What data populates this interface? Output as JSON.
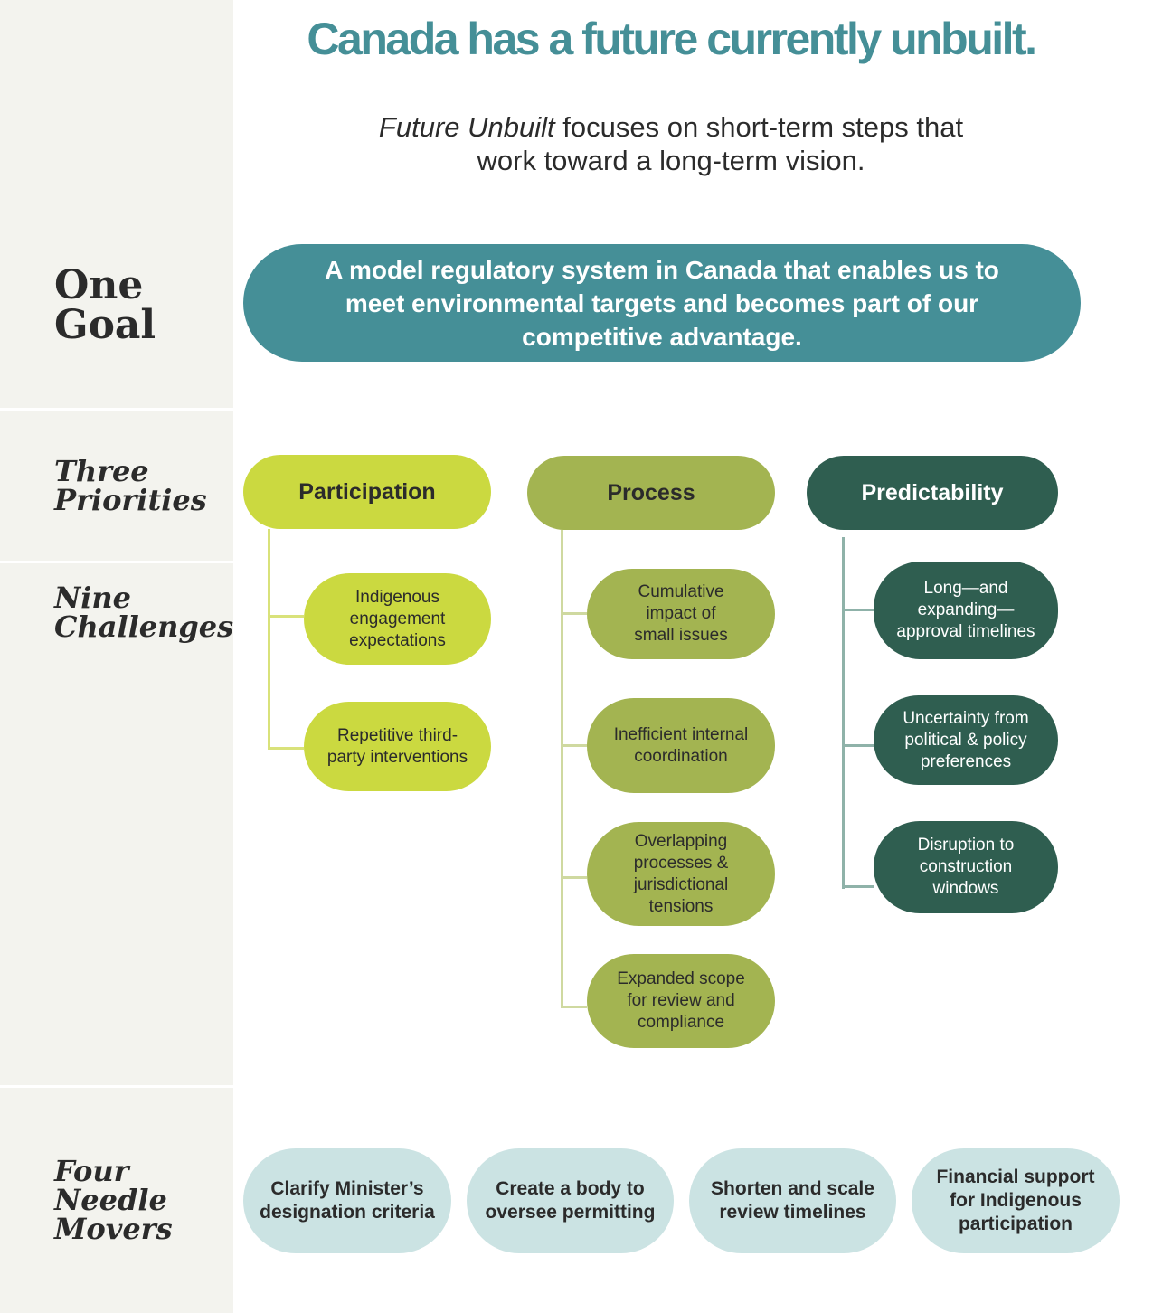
{
  "title": "Canada has a future currently unbuilt.",
  "subtitle": {
    "emphasis": "Future Unbuilt",
    "line1_rest": " focuses on short-term steps that",
    "line2": "work toward a long-term vision."
  },
  "row_labels": {
    "goal": [
      "One",
      "Goal"
    ],
    "priorities": [
      "Three",
      "Priorities"
    ],
    "challenges": [
      "Nine",
      "Challenges"
    ],
    "movers": [
      "Four",
      "Needle",
      "Movers"
    ]
  },
  "goal": [
    "A model regulatory system in Canada that enables us to",
    "meet environmental targets and becomes part of our",
    "competitive advantage."
  ],
  "priorities": [
    {
      "name": "Participation",
      "color": "#cbd940",
      "challenges": [
        [
          "Indigenous",
          "engagement",
          "expectations"
        ],
        [
          "Repetitive third-",
          "party interventions"
        ]
      ]
    },
    {
      "name": "Process",
      "color": "#a3b451",
      "challenges": [
        [
          "Cumulative",
          "impact of",
          "small issues"
        ],
        [
          "Inefficient internal",
          "coordination"
        ],
        [
          "Overlapping",
          "processes &",
          "jurisdictional",
          "tensions"
        ],
        [
          "Expanded scope",
          "for review and",
          "compliance"
        ]
      ]
    },
    {
      "name": "Predictability",
      "color": "#2f5e50",
      "challenges": [
        [
          "Long—and",
          "expanding—",
          "approval timelines"
        ],
        [
          "Uncertainty from",
          "political & policy",
          "preferences"
        ],
        [
          "Disruption to",
          "construction",
          "windows"
        ]
      ]
    }
  ],
  "needle_movers": [
    [
      "Clarify Minister’s",
      "designation criteria"
    ],
    [
      "Create a body to",
      "oversee permitting"
    ],
    [
      "Shorten and scale",
      "review timelines"
    ],
    [
      "Financial support",
      "for Indigenous",
      "participation"
    ]
  ],
  "colors": {
    "title": "#458f97",
    "goal_fill": "#458f97",
    "mover_fill": "#cbe3e3",
    "sidebar": "#f3f3ee"
  }
}
